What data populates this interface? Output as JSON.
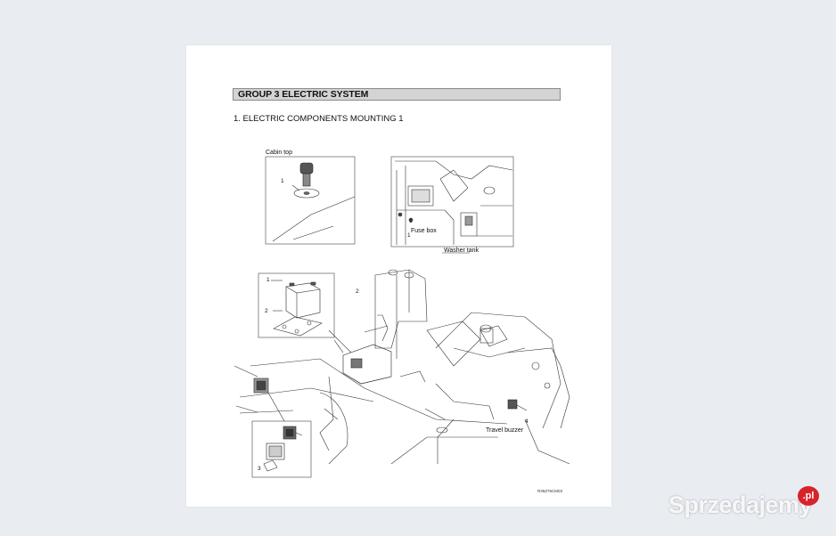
{
  "document": {
    "group_title": "GROUP  3  ELECTRIC SYSTEM",
    "section_title": "1. ELECTRIC COMPONENTS MOUNTING 1",
    "figure_code": "R35Z76CM03"
  },
  "callouts": {
    "cabin_top": "Cabin top",
    "fuse_box": "Fuse box",
    "washer_tank": "Washer tank",
    "travel_buzzer": "Travel buzzer"
  },
  "part_numbers": {
    "cabin_1": "1",
    "fuse_1a": "1",
    "fuse_1b": "1",
    "battery_1": "1",
    "battery_2": "2",
    "bracket_2": "2",
    "lamp_3": "3",
    "buzzer_4": "4"
  },
  "watermark": {
    "text": "Sprzedajemy",
    "badge": ".pl"
  }
}
